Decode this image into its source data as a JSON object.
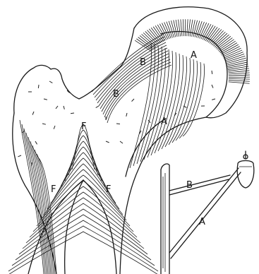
{
  "figure": {
    "bone_labels": {
      "head_a": "A",
      "neck_a": "A",
      "head_b": "B",
      "neck_b": "B",
      "trochanter_f": "F",
      "shaft_f_left": "F",
      "shaft_f_right": "F"
    },
    "crane_labels": {
      "brace_b": "B",
      "brace_a": "A"
    }
  }
}
